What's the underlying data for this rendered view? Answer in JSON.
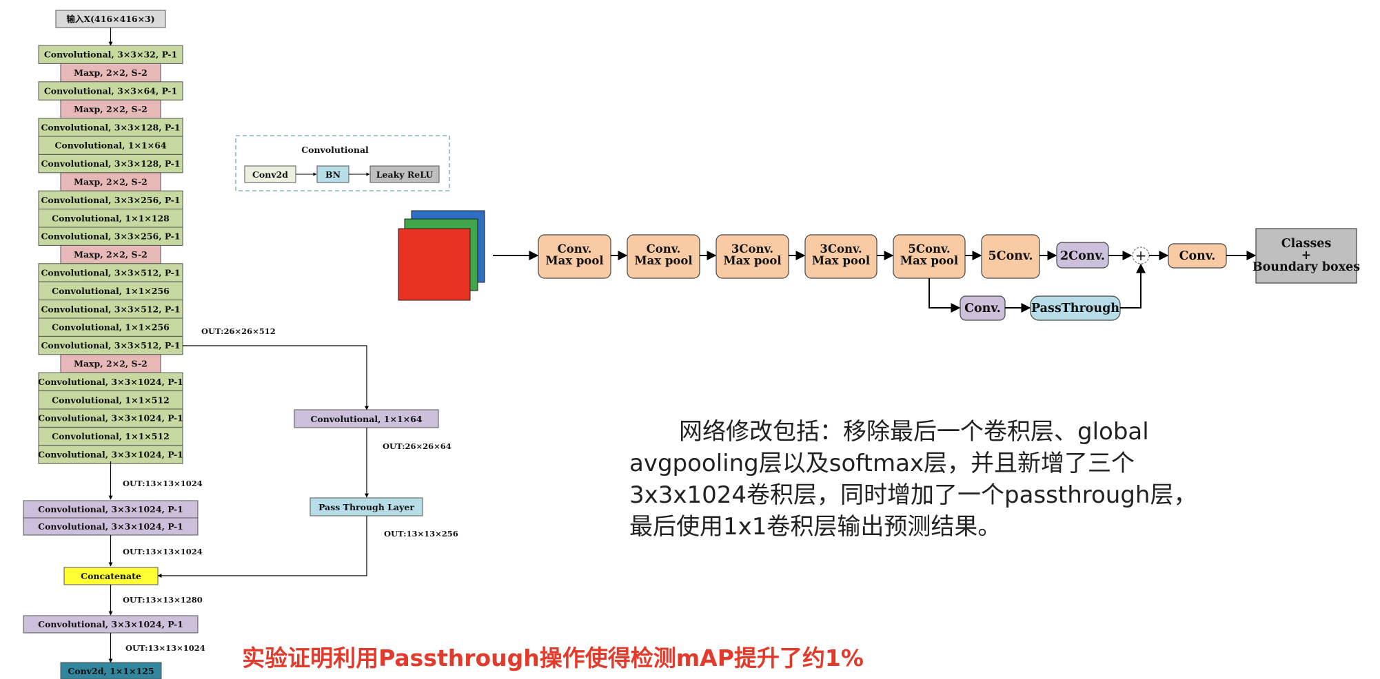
{
  "backbone": {
    "input": "输入X(416×416×3)",
    "blocks": [
      {
        "label": "Convolutional, 3×3×32, P-1",
        "kind": "conv"
      },
      {
        "label": "Maxp, 2×2, S-2",
        "kind": "pool"
      },
      {
        "label": "Convolutional, 3×3×64, P-1",
        "kind": "conv"
      },
      {
        "label": "Maxp, 2×2, S-2",
        "kind": "pool"
      },
      {
        "label": "Convolutional, 3×3×128, P-1",
        "kind": "conv"
      },
      {
        "label": "Convolutional, 1×1×64",
        "kind": "conv"
      },
      {
        "label": "Convolutional, 3×3×128, P-1",
        "kind": "conv"
      },
      {
        "label": "Maxp, 2×2, S-2",
        "kind": "pool"
      },
      {
        "label": "Convolutional, 3×3×256, P-1",
        "kind": "conv"
      },
      {
        "label": "Convolutional, 1×1×128",
        "kind": "conv"
      },
      {
        "label": "Convolutional, 3×3×256, P-1",
        "kind": "conv"
      },
      {
        "label": "Maxp, 2×2, S-2",
        "kind": "pool"
      },
      {
        "label": "Convolutional, 3×3×512, P-1",
        "kind": "conv"
      },
      {
        "label": "Convolutional, 1×1×256",
        "kind": "conv"
      },
      {
        "label": "Convolutional, 3×3×512, P-1",
        "kind": "conv"
      },
      {
        "label": "Convolutional, 1×1×256",
        "kind": "conv"
      },
      {
        "label": "Convolutional, 3×3×512, P-1",
        "kind": "conv"
      },
      {
        "label": "Maxp, 2×2, S-2",
        "kind": "pool"
      },
      {
        "label": "Convolutional, 3×3×1024, P-1",
        "kind": "conv"
      },
      {
        "label": "Convolutional, 1×1×512",
        "kind": "conv"
      },
      {
        "label": "Convolutional, 3×3×1024, P-1",
        "kind": "conv"
      },
      {
        "label": "Convolutional, 1×1×512",
        "kind": "conv"
      },
      {
        "label": "Convolutional, 3×3×1024, P-1",
        "kind": "conv"
      }
    ],
    "out1": "OUT:13×13×1024",
    "head_a": "Convolutional, 3×3×1024, P-1",
    "head_b": "Convolutional, 3×3×1024, P-1",
    "out2": "OUT:13×13×1024",
    "concat": "Concatenate",
    "out3": "OUT:13×13×1280",
    "head_c": "Convolutional, 3×3×1024, P-1",
    "out4": "OUT:13×13×1024",
    "final": "Conv2d, 1×1×125"
  },
  "branch": {
    "out_a": "OUT:26×26×512",
    "conv": "Convolutional, 1×1×64",
    "out_b": "OUT:26×26×64",
    "pass": "Pass Through Layer",
    "out_c": "OUT:13×13×256"
  },
  "legend": {
    "title": "Convolutional",
    "conv2d": "Conv2d",
    "bn": "BN",
    "relu": "Leaky ReLU"
  },
  "flow": {
    "stage1_top": "Conv.",
    "stage1_bot": "Max pool",
    "stage2_top": "Conv.",
    "stage2_bot": "Max pool",
    "stage3_top": "3Conv.",
    "stage3_bot": "Max pool",
    "stage4_top": "3Conv.",
    "stage4_bot": "Max pool",
    "stage5_top": "5Conv.",
    "stage5_bot": "Max pool",
    "conv5": "5Conv.",
    "conv2": "2Conv.",
    "plus": "+",
    "conv_final": "Conv.",
    "output_top": "Classes",
    "output_mid": "+",
    "output_bot": "Boundary boxes",
    "branch_conv": "Conv.",
    "passthrough": "PassThrough"
  },
  "description": {
    "line1": "网络修改包括：移除最后一个卷积层、global",
    "line2": "avgpooling层以及softmax层，并且新增了三个",
    "line3": "3x3x1024卷积层，同时增加了一个passthrough层，",
    "line4": "最后使用1x1卷积层输出预测结果。"
  },
  "conclusion": "实验证明利用Passthrough操作使得检测mAP提升了约1%",
  "colors": {
    "conv_green": "#c6d9a0",
    "pool_pink": "#e6b8b7",
    "head_lavender": "#ccc0da",
    "concat_yellow": "#ffff33",
    "final_teal": "#31859c",
    "pass_blue": "#b7dee8",
    "stage_orange": "#f8cba4",
    "output_gray": "#bfbfbf",
    "conclusion_red": "#e23b2c"
  }
}
